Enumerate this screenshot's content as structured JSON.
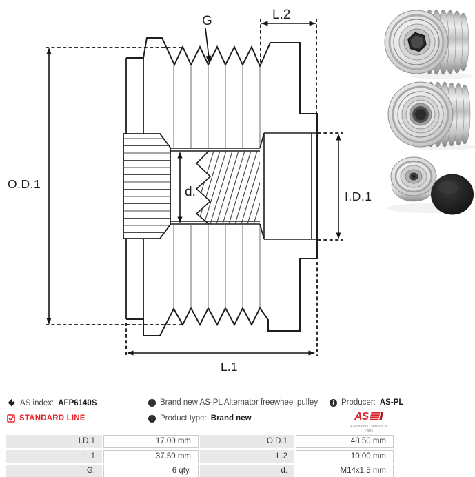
{
  "drawing": {
    "labels": {
      "od1": "O.D.1",
      "g": "G",
      "l2": "L.2",
      "id1": "I.D.1",
      "l1": "L.1",
      "d": "d."
    }
  },
  "photos": {
    "photo1": "alternator freewheel pulley - front three-quarter view",
    "photo2": "alternator freewheel pulley - bore view",
    "photo3": "alternator freewheel pulley with black protective cap"
  },
  "info": {
    "as_index_label": "AS index:",
    "as_index_value": "AFP6140S",
    "standard_line_label": "STANDARD LINE",
    "description": "Brand new AS-PL Alternator freewheel pulley",
    "product_type_label": "Product type:",
    "product_type_value": "Brand new",
    "producer_label": "Producer:",
    "producer_value": "AS-PL",
    "logo_text": "AS",
    "logo_caption": "Alternators, Starters & Parts"
  },
  "specs": {
    "rows": [
      {
        "label": "I.D.1",
        "value": "17.00 mm",
        "label2": "O.D.1",
        "value2": "48.50 mm"
      },
      {
        "label": "L.1",
        "value": "37.50 mm",
        "label2": "L.2",
        "value2": "10.00 mm"
      },
      {
        "label": "G.",
        "value": "6 qty.",
        "label2": "d.",
        "value2": "M14x1.5 mm"
      }
    ]
  },
  "colors": {
    "accent_red": "#e8232a",
    "logo_red": "#d8232a",
    "line": "#1e1e1e"
  }
}
